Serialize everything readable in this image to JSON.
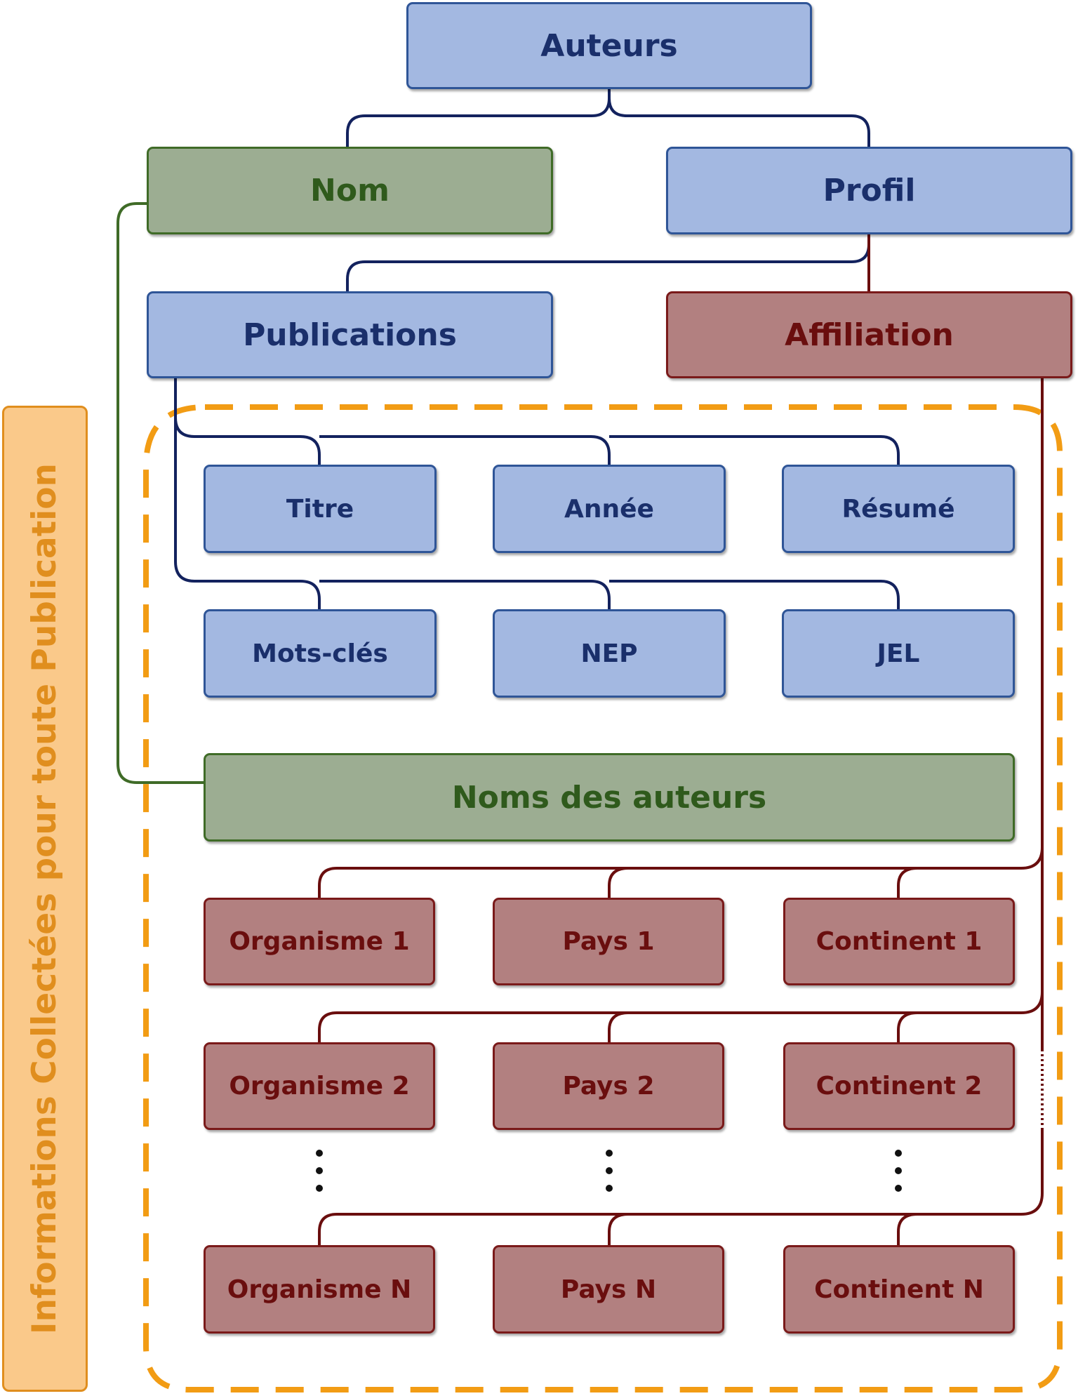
{
  "sidebar": {
    "label": "Informations Collectées pour toute Publication"
  },
  "nodes": {
    "auteurs": "Auteurs",
    "nom": "Nom",
    "profil": "Profil",
    "publications": "Publications",
    "affiliation": "Affiliation",
    "titre": "Titre",
    "annee": "Année",
    "resume": "Résumé",
    "mots_cles": "Mots-clés",
    "nep": "NEP",
    "jel": "JEL",
    "noms_auteurs": "Noms des auteurs",
    "organisme_1": "Organisme 1",
    "pays_1": "Pays 1",
    "continent_1": "Continent 1",
    "organisme_2": "Organisme 2",
    "pays_2": "Pays 2",
    "continent_2": "Continent 2",
    "organisme_n": "Organisme N",
    "pays_n": "Pays N",
    "continent_n": "Continent N"
  },
  "colors": {
    "blue_fill": "#a3b8e1",
    "blue_border": "#2f5597",
    "blue_text": "#1a2f6b",
    "green_fill": "#9cad92",
    "green_border": "#3f6b27",
    "green_text": "#2f5a1c",
    "red_fill": "#b28080",
    "red_border": "#7a1a1a",
    "red_text": "#6a0e0e",
    "orange": "#f29c14",
    "side_fill": "#fac98a",
    "side_text": "#e08e1e"
  }
}
